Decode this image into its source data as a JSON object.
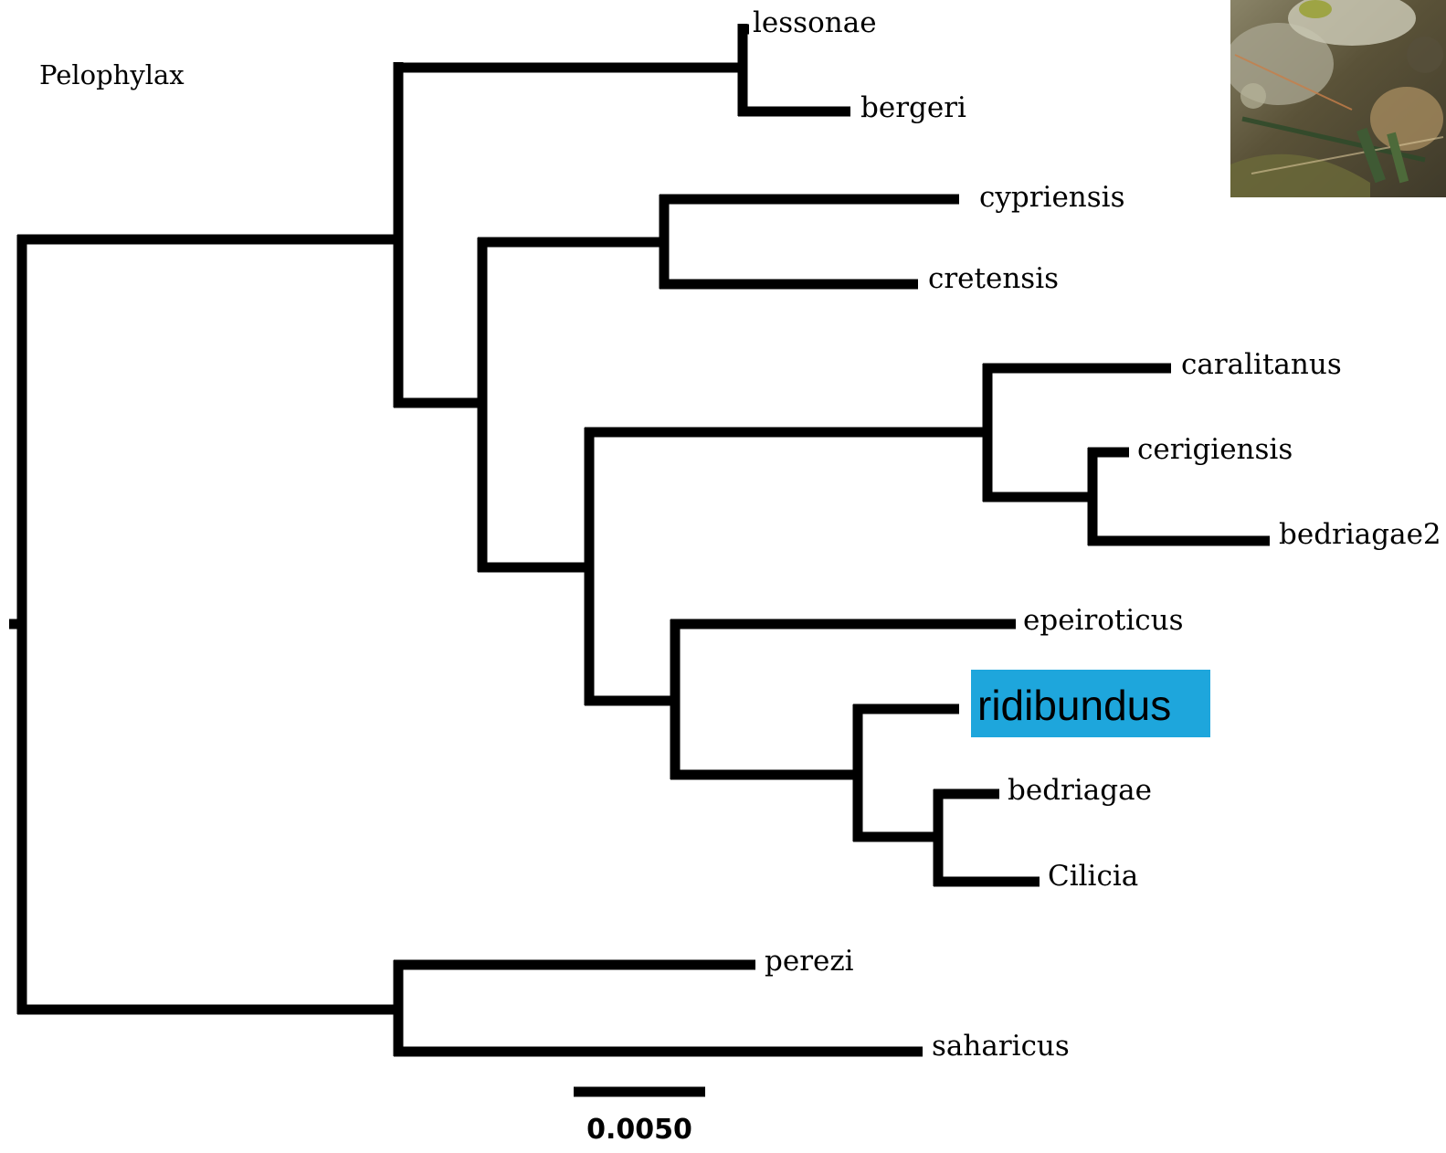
{
  "genus": "Pelophylax",
  "highlight_color": "#1ea6dc",
  "photo": {
    "description_icon": "frog-photo-thumbnail",
    "colors": [
      "#3f3a2a",
      "#8a8468",
      "#c9c7b3",
      "#6b6a3a",
      "#a48a5e"
    ]
  },
  "scale_bar": {
    "label": "0.0050"
  },
  "taxa": [
    {
      "key": "lessonae",
      "label": "lessonae"
    },
    {
      "key": "bergeri",
      "label": "bergeri"
    },
    {
      "key": "cypriensis",
      "label": "cypriensis"
    },
    {
      "key": "cretensis",
      "label": "cretensis"
    },
    {
      "key": "caralitanus",
      "label": "caralitanus"
    },
    {
      "key": "cerigiensis",
      "label": "cerigiensis"
    },
    {
      "key": "bedriagae2",
      "label": "bedriagae2"
    },
    {
      "key": "epeiroticus",
      "label": "epeiroticus"
    },
    {
      "key": "ridibundus",
      "label": "ridibundus",
      "highlighted": true
    },
    {
      "key": "bedriagae",
      "label": "bedriagae"
    },
    {
      "key": "Cilicia",
      "label": "Cilicia"
    },
    {
      "key": "perezi",
      "label": "perezi"
    },
    {
      "key": "saharicus",
      "label": "saharicus"
    }
  ]
}
